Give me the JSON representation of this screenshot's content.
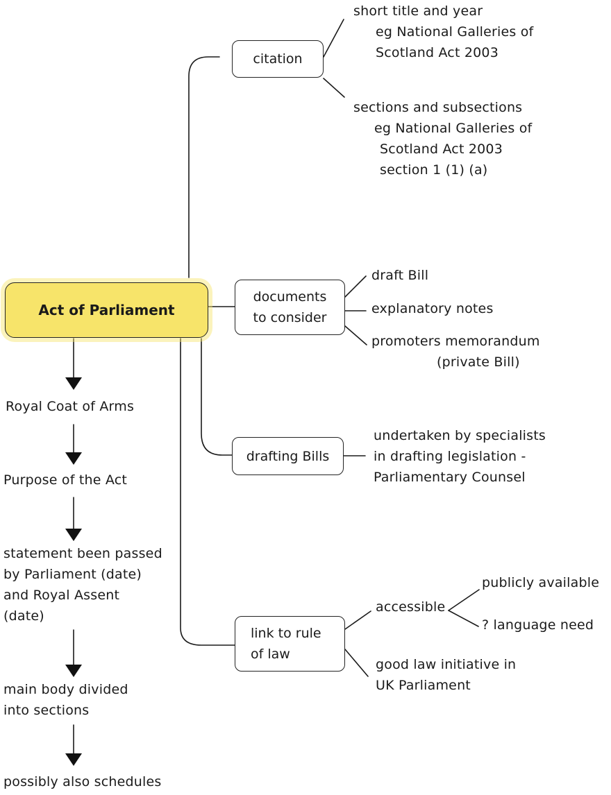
{
  "central": {
    "label": "Act of Parliament",
    "fill": "#f7e46a"
  },
  "sequence": [
    {
      "text": [
        "Royal Coat of Arms"
      ]
    },
    {
      "text": [
        "Purpose of the Act"
      ]
    },
    {
      "text": [
        "statement been passed",
        "by Parliament (date)",
        "and Royal Assent",
        "(date)"
      ]
    },
    {
      "text": [
        "main body divided",
        "into sections"
      ]
    },
    {
      "text": [
        "possibly also schedules"
      ]
    }
  ],
  "branches": {
    "citation": {
      "label": "citation",
      "notes": [
        {
          "lines": [
            "short title and year",
            "eg National Galleries of",
            "Scotland Act 2003"
          ]
        },
        {
          "lines": [
            "sections and subsections",
            "eg National Galleries of",
            "Scotland Act 2003",
            "section 1 (1) (a)"
          ]
        }
      ]
    },
    "documents": {
      "label": [
        "documents",
        "to consider"
      ],
      "notes": [
        {
          "lines": [
            "draft Bill"
          ]
        },
        {
          "lines": [
            "explanatory notes"
          ]
        },
        {
          "lines": [
            "promoters memorandum",
            "(private Bill)"
          ]
        }
      ]
    },
    "drafting": {
      "label": "drafting Bills",
      "notes": [
        {
          "lines": [
            "undertaken by specialists",
            "in drafting legislation -",
            "Parliamentary Counsel"
          ]
        }
      ]
    },
    "rule_of_law": {
      "label": [
        "link to rule",
        "of law"
      ],
      "accessible": {
        "label": "accessible",
        "items": [
          "publicly available",
          "? language need"
        ]
      },
      "notes": [
        {
          "lines": [
            "good law initiative in",
            "UK Parliament"
          ]
        }
      ]
    }
  }
}
